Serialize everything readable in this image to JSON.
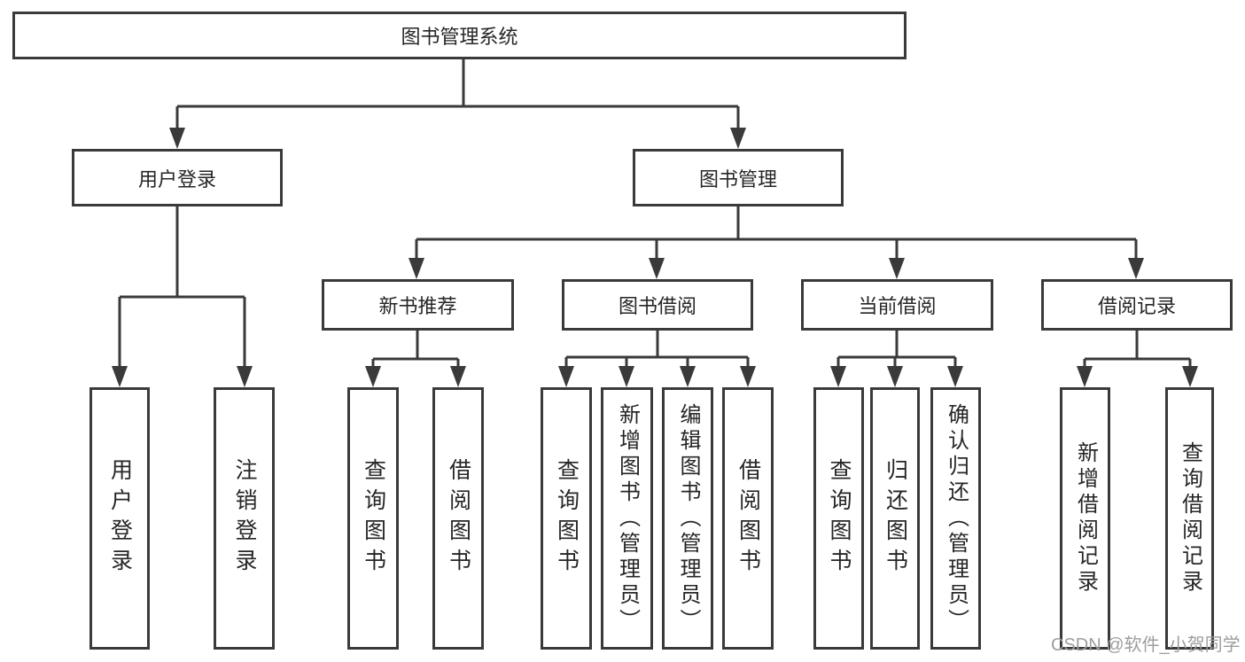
{
  "diagram_type": "hierarchy-tree",
  "tree": {
    "label": "图书管理系统",
    "children": [
      {
        "label": "用户登录",
        "children": [
          {
            "label": "用户登录"
          },
          {
            "label": "注销登录"
          }
        ]
      },
      {
        "label": "图书管理",
        "children": [
          {
            "label": "新书推荐",
            "children": [
              {
                "label": "查询图书"
              },
              {
                "label": "借阅图书"
              }
            ]
          },
          {
            "label": "图书借阅",
            "children": [
              {
                "label": "查询图书"
              },
              {
                "label": "新增图书（管理员）"
              },
              {
                "label": "编辑图书（管理员）"
              },
              {
                "label": "借阅图书"
              }
            ]
          },
          {
            "label": "当前借阅",
            "children": [
              {
                "label": "查询图书"
              },
              {
                "label": "归还图书"
              },
              {
                "label": "确认归还（管理员）"
              }
            ]
          },
          {
            "label": "借阅记录",
            "children": [
              {
                "label": "新增借阅记录"
              },
              {
                "label": "查询借阅记录"
              }
            ]
          }
        ]
      }
    ]
  },
  "watermark": "CSDN @软件_小贺同学",
  "colors": {
    "line": "#3a3a3a",
    "box_fill": "#ffffff",
    "text": "#262626",
    "watermark": "#9e9e9e",
    "background": "#ffffff"
  }
}
